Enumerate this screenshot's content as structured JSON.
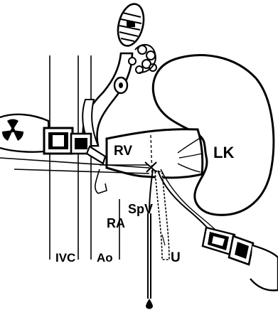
{
  "labels": {
    "rv": "RV",
    "lk": "LK",
    "spv": "SpV",
    "ra": "RA",
    "ivc": "IVC",
    "ao": "Ao",
    "u": "U"
  },
  "colors": {
    "ink": "#000000",
    "paper": "#ffffff"
  }
}
